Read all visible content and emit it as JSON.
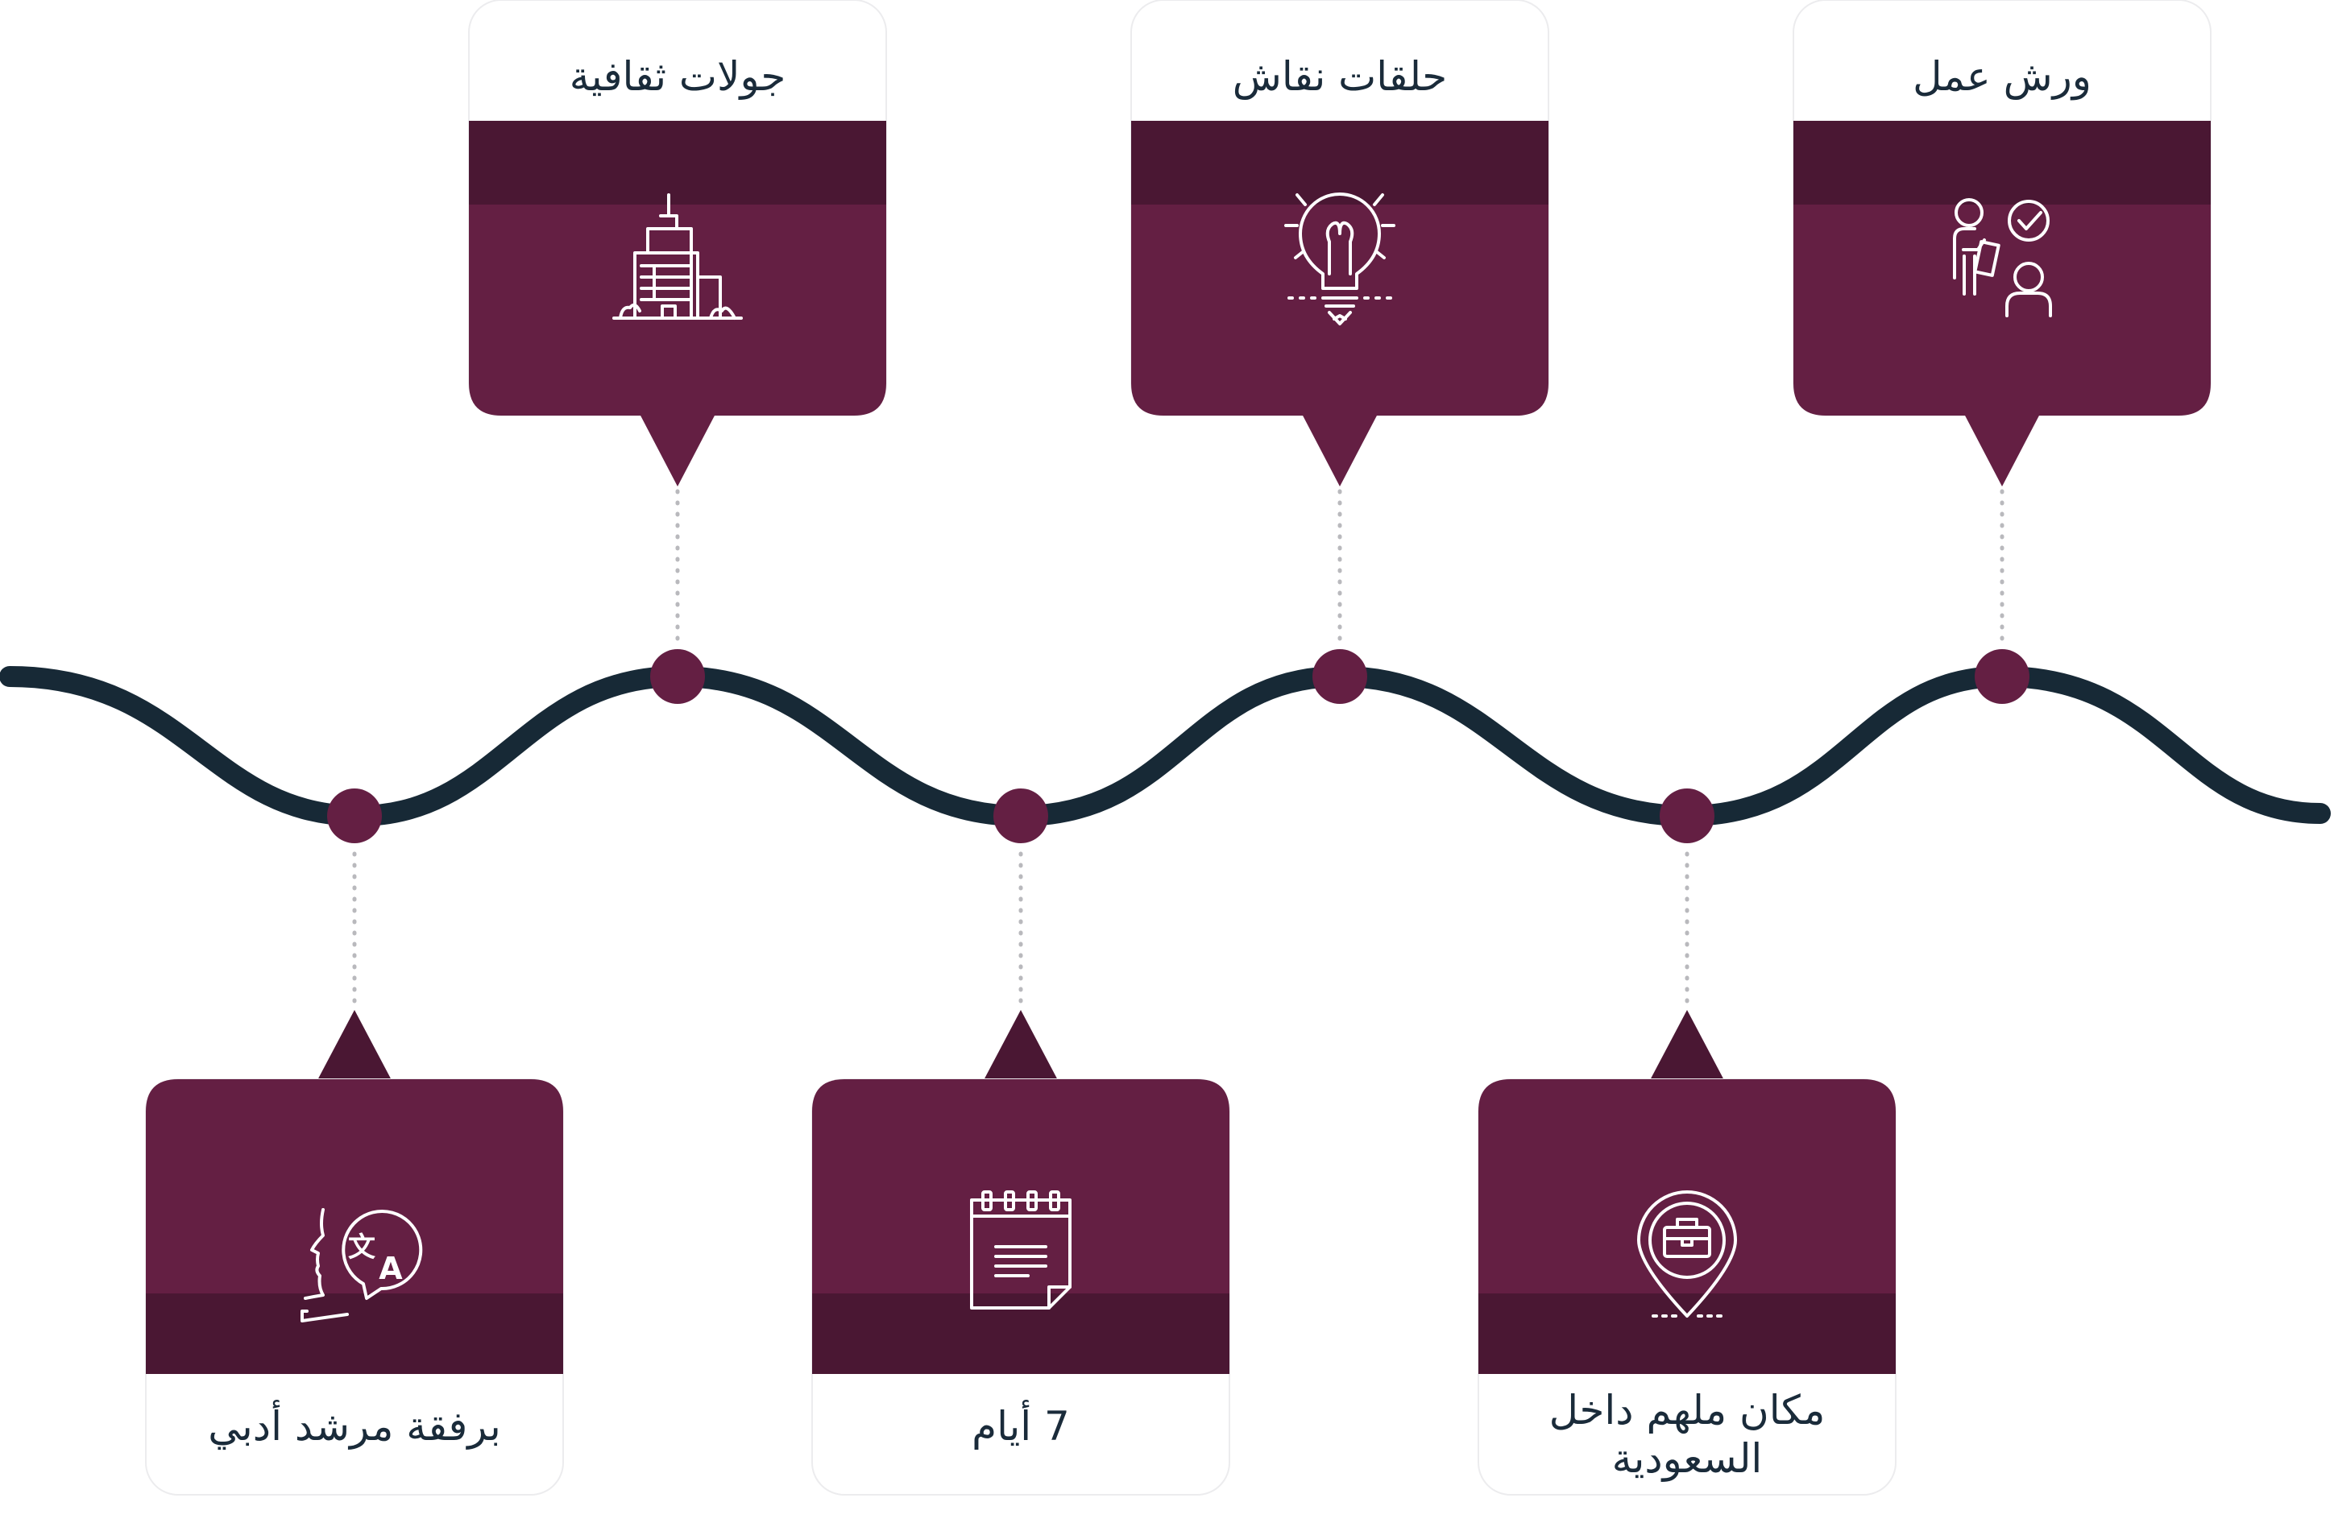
{
  "colors": {
    "primary": "#641f43",
    "band": "#4a1733",
    "wave": "#172936",
    "text": "#1a2b3a",
    "connector": "#b9b9bd"
  },
  "top_cards": [
    {
      "label": "ورش عمل",
      "icon": "workshop-people-icon"
    },
    {
      "label": "حلقات نقاش",
      "icon": "lightbulb-idea-icon"
    },
    {
      "label": "جولات ثقافية",
      "icon": "city-buildings-icon"
    }
  ],
  "bottom_cards": [
    {
      "label": "مكان ملهم داخل",
      "label_line2": "السعودية",
      "icon": "location-briefcase-icon"
    },
    {
      "label": "7 أيام",
      "icon": "notepad-calendar-icon"
    },
    {
      "label": "برفقة مرشد أدبي",
      "icon": "translate-speech-icon"
    }
  ],
  "icon_glyphs": {
    "translate_left": "文",
    "translate_right": "A"
  }
}
